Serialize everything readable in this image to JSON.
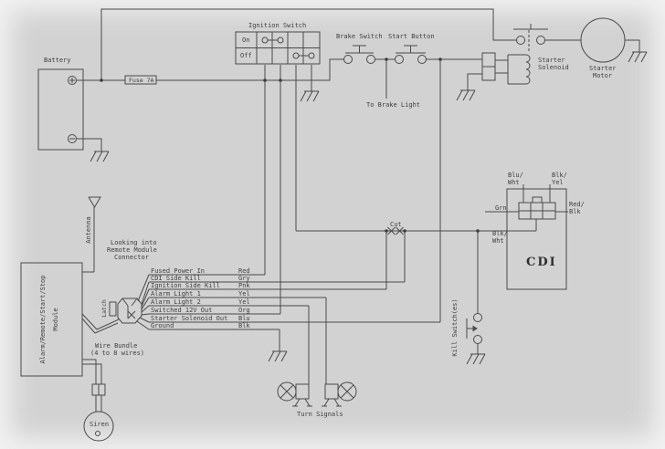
{
  "colors": {
    "background": "#d2d2d2",
    "line": "#4a4a4a",
    "text": "#3f3f3f"
  },
  "battery_label": "Battery",
  "fuse_label": "Fuse 7A",
  "ignition_switch": {
    "title": "Ignition Switch",
    "on": "On",
    "off": "Off"
  },
  "brake_switch_label": "Brake Switch",
  "start_button_label": "Start Button",
  "to_brake_light_label": "To Brake Light",
  "starter_solenoid": {
    "line1": "Starter",
    "line2": "Solenoid"
  },
  "starter_motor": {
    "line1": "Starter",
    "line2": "Motor"
  },
  "cdi": {
    "title": "CDI",
    "pin_blu_wht_1": "Blu/",
    "pin_blu_wht_2": "Wht",
    "pin_blk_yel_1": "Blk/",
    "pin_blk_yel_2": "Yel",
    "pin_grn": "Grn",
    "pin_red_blk_1": "Red/",
    "pin_red_blk_2": "Blk",
    "pin_blk_wht_1": "Blk/",
    "pin_blk_wht_2": "Wht"
  },
  "cut_label": "Cut",
  "kill_switch_label": "Kill Switch(es)",
  "antenna_label": "Antenna",
  "module": {
    "line1": "Alarm/Remote/Start/Stop",
    "line2": "Module"
  },
  "connector_note": {
    "line1": "Looking into",
    "line2": "Remote Module",
    "line3": "Connector"
  },
  "latch_label": "Latch",
  "wire_bundle": {
    "line1": "Wire Bundle",
    "line2": "(4 to 8 wires)"
  },
  "siren_label": "Siren",
  "turn_signals_label": "Turn Signals",
  "wires": [
    {
      "name": "Fused Power In",
      "color": "Red"
    },
    {
      "name": "CDI Side Kill",
      "color": "Gry"
    },
    {
      "name": "Ignition Side Kill",
      "color": "Pnk"
    },
    {
      "name": "Alarm Light 1",
      "color": "Yel"
    },
    {
      "name": "Alarm Light 2",
      "color": "Yel"
    },
    {
      "name": "Switched 12V Out",
      "color": "Org"
    },
    {
      "name": "Starter Solenoid Out",
      "color": "Blu"
    },
    {
      "name": "Ground",
      "color": "Blk"
    }
  ]
}
